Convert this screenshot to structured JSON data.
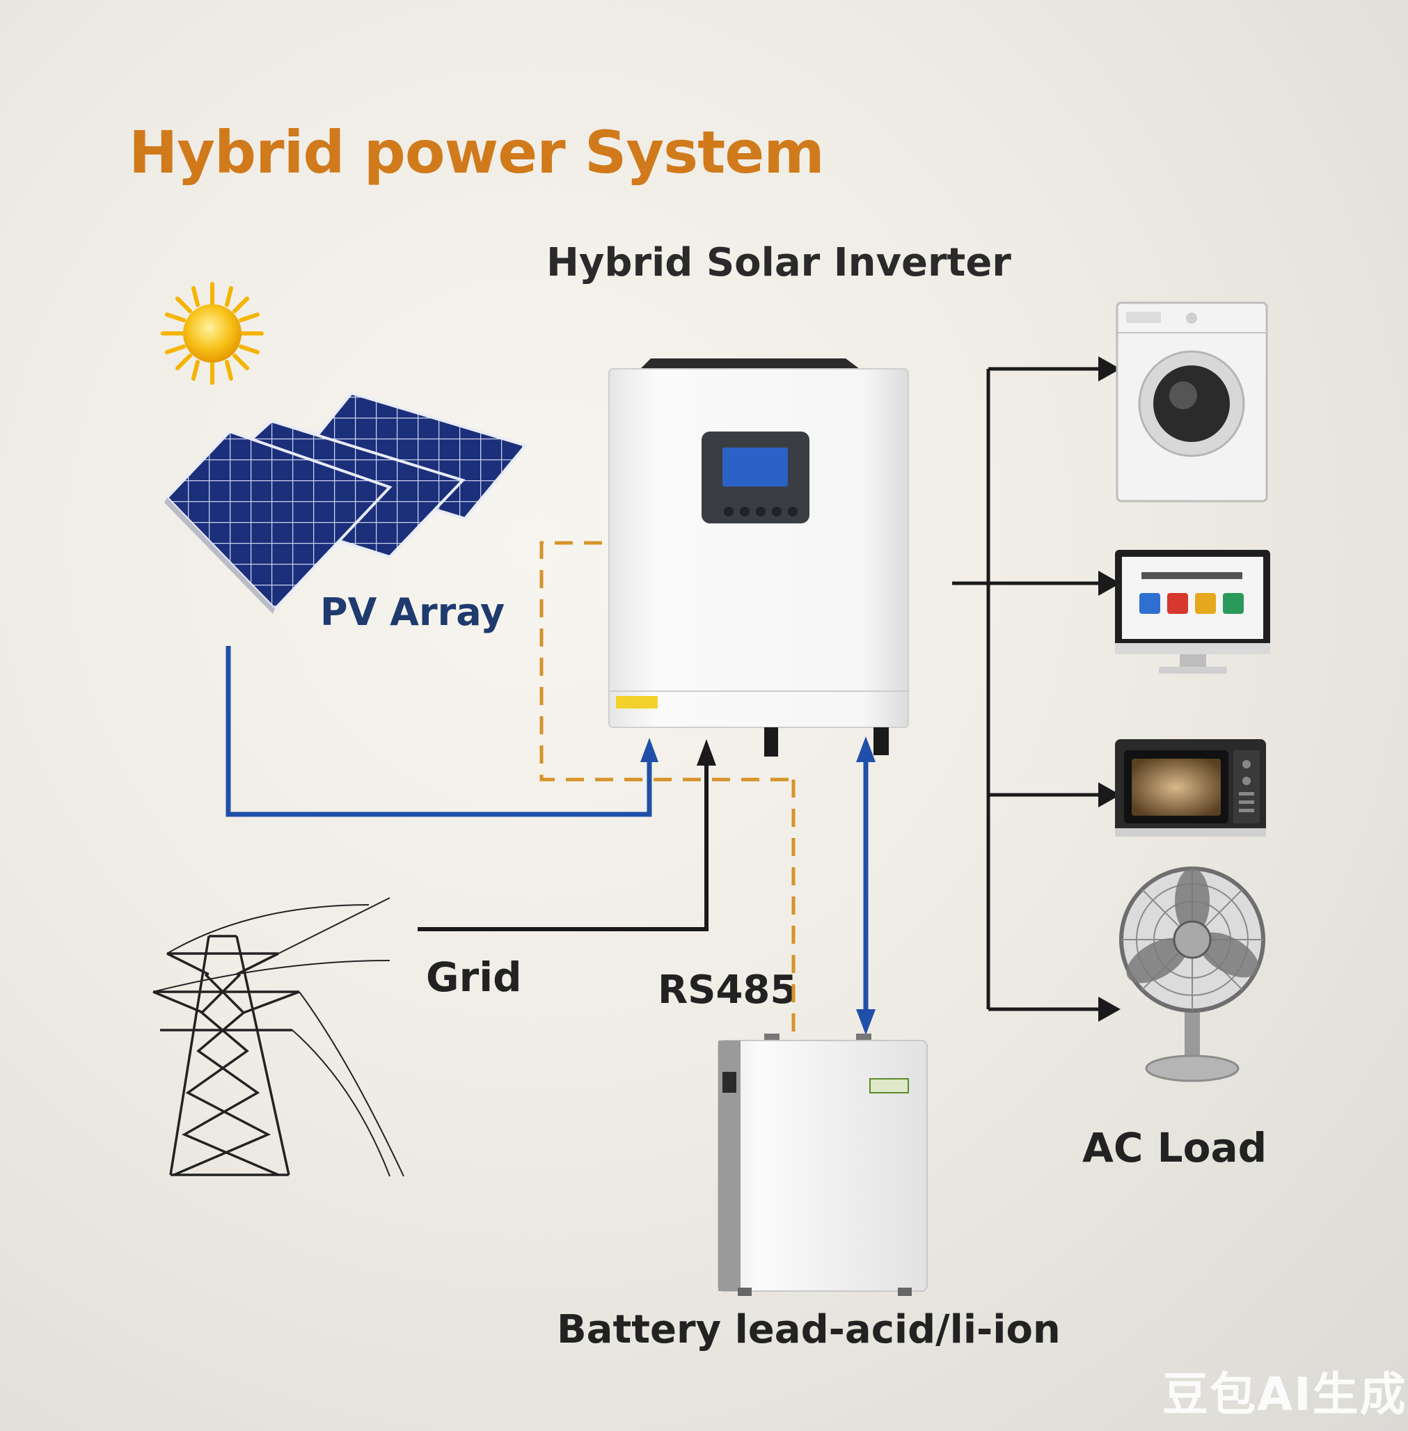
{
  "title": "Hybrid power System",
  "labels": {
    "inverter": "Hybrid Solar Inverter",
    "pv_array": "PV Array",
    "grid": "Grid",
    "rs485": "RS485",
    "ac_load": "AC Load",
    "battery": "Battery lead-acid/li-ion"
  },
  "watermark": "豆包AI生成",
  "colors": {
    "title": "#d07a1c",
    "dc_line": "#1f4fa8",
    "comm_line": "#d6932a",
    "ac_line": "#1a1a1a",
    "solar_panel": "#1c2f7a",
    "sun": "#f5b400"
  }
}
